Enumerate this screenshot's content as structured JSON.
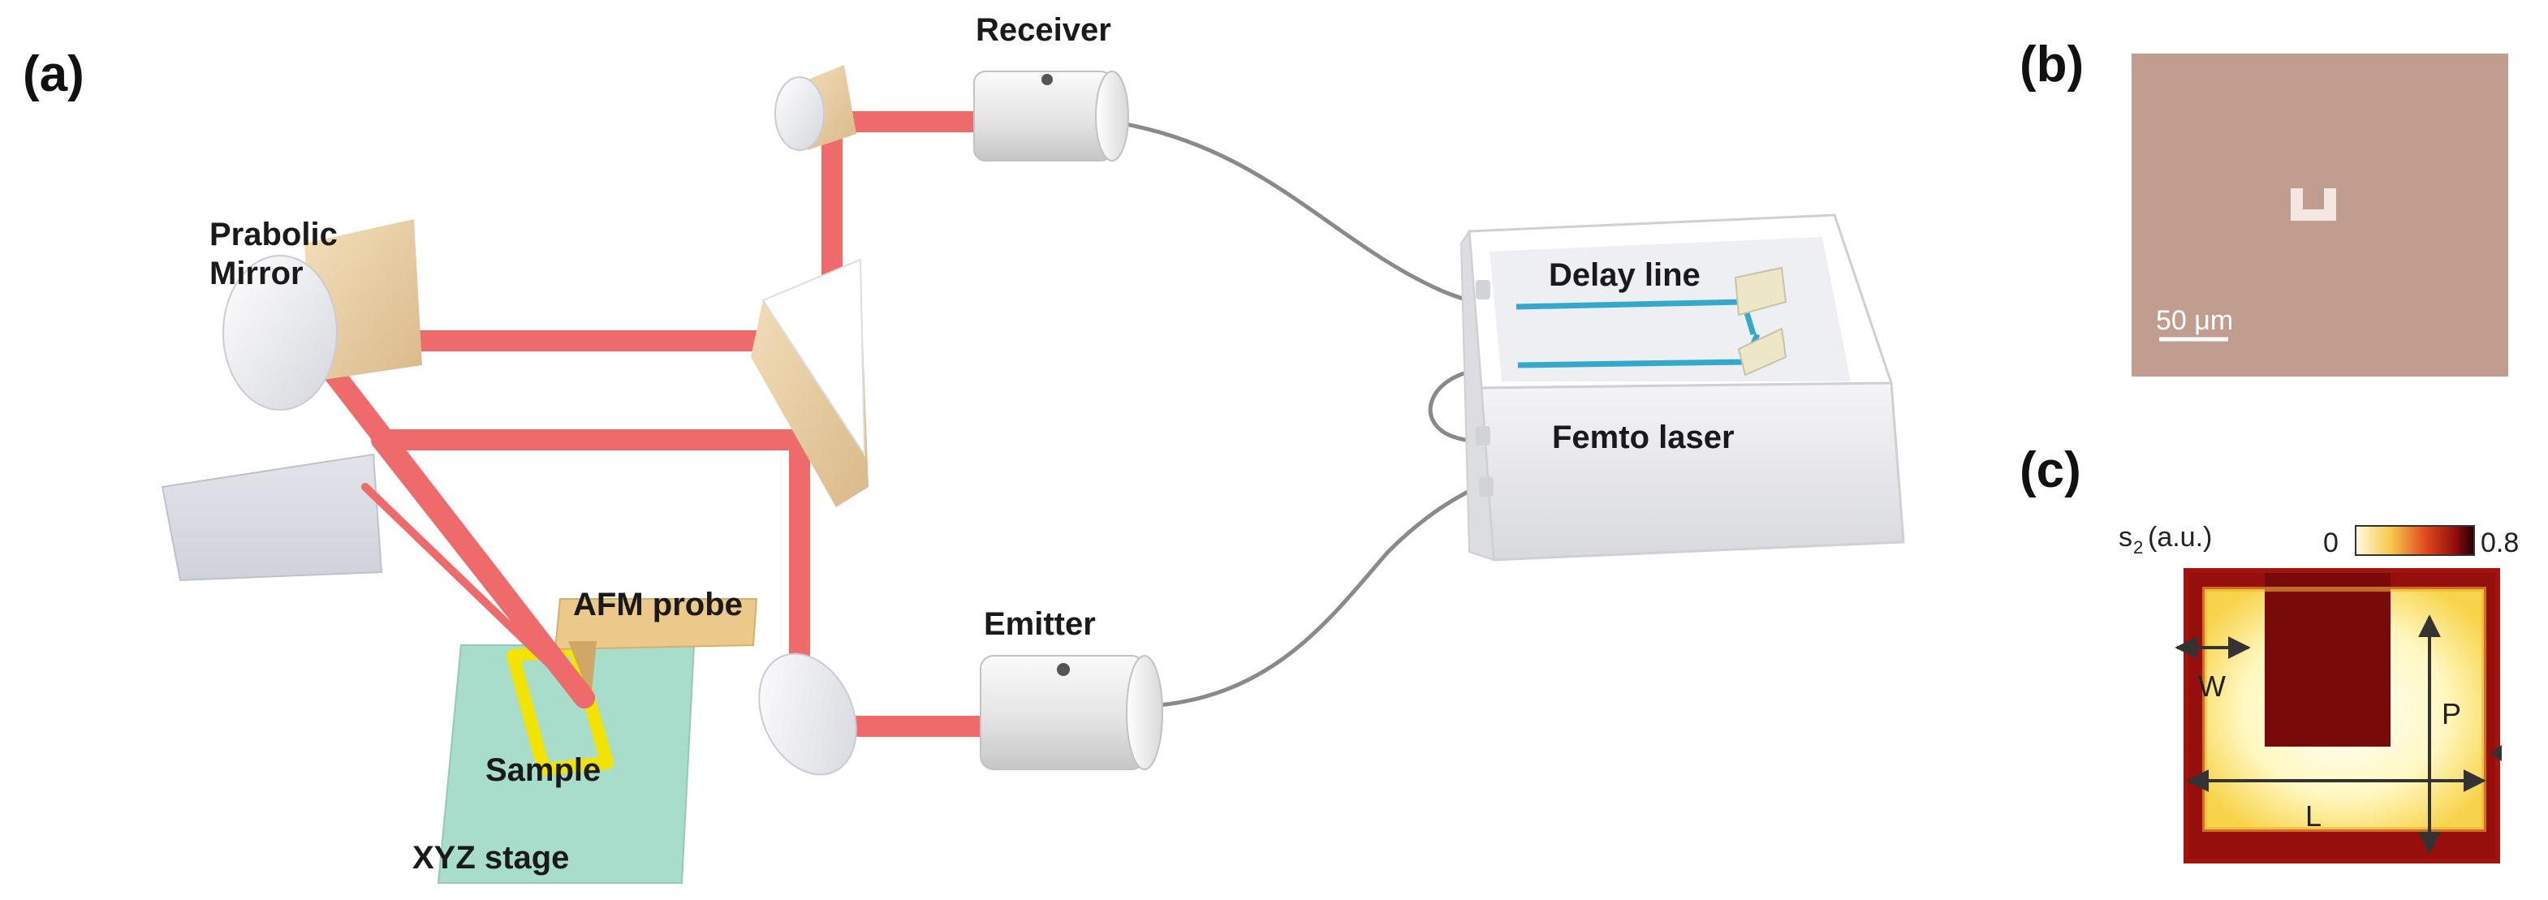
{
  "panels": {
    "a": "(a)",
    "b": "(b)",
    "c": "(c)"
  },
  "labels": {
    "receiver": "Receiver",
    "emitter": "Emitter",
    "parabolic_mirror_line1": "Prabolic",
    "parabolic_mirror_line2": "Mirror",
    "delay_line": "Delay line",
    "femto_laser": "Femto laser",
    "afm_probe": "AFM probe",
    "sample": "Sample",
    "xyz_stage": "XYZ stage"
  },
  "micrograph": {
    "scale_bar": "50 μm"
  },
  "s_map": {
    "quantity_symbol": "s",
    "quantity_subscript": "2",
    "quantity_unit": "(a.u.)",
    "colorbar_min": "0",
    "colorbar_max": "0.8",
    "dimensions": {
      "width": "W",
      "period": "P",
      "length": "L"
    }
  },
  "colors": {
    "beam": "#ef6a6a",
    "delay_beam": "#34a9cc",
    "fiber": "#8a8a8a",
    "device_body": "#e7e7e7",
    "mirror_gold": "#ead1a6",
    "stage": "#a8dccb",
    "sample_frame": "#f2e300",
    "micrograph_bg": "#c19d90",
    "map_low": "#8c0b0b",
    "map_high": "#fff7b8"
  }
}
